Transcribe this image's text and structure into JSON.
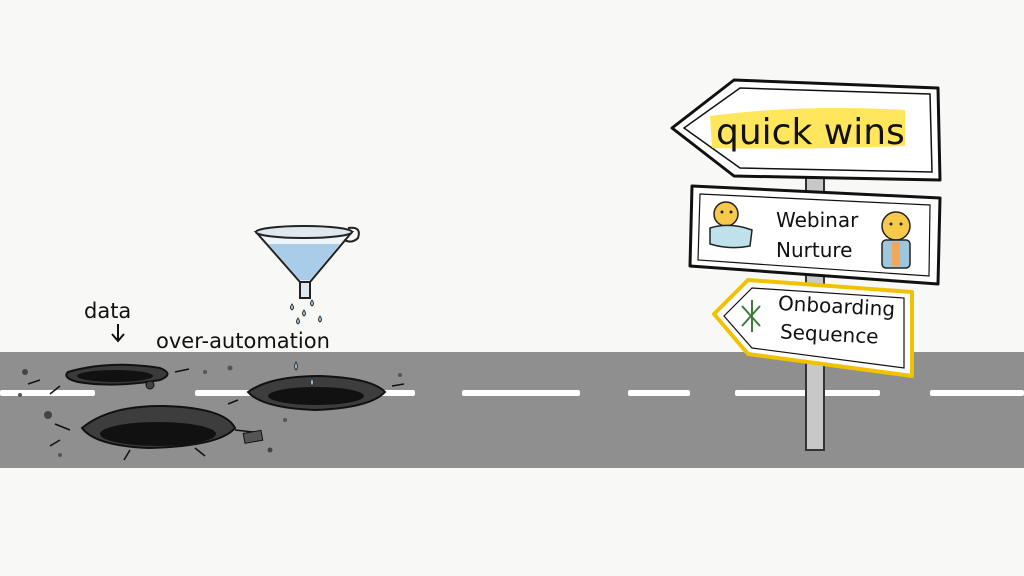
{
  "labels": {
    "data": "data",
    "over_automation": "over-automation"
  },
  "signs": {
    "top": "quick wins",
    "middle_line1": "Webinar",
    "middle_line2": "Nurture",
    "bottom_line1": "Onboarding",
    "bottom_line2": "Sequence"
  },
  "colors": {
    "road": "#8f8f8f",
    "highlight": "#ffe033",
    "sign_border_yellow": "#f2c200",
    "water": "#a9cde8"
  }
}
